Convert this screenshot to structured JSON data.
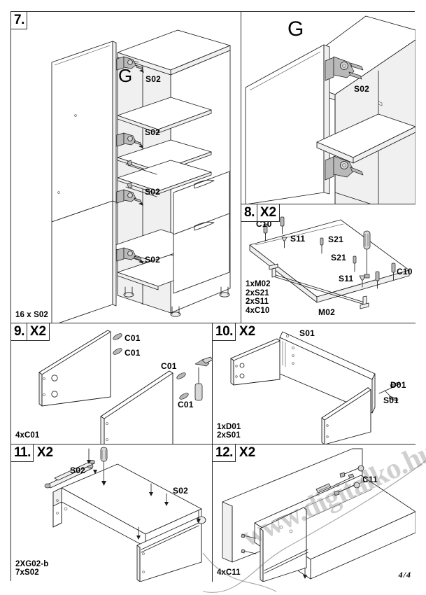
{
  "document": {
    "type": "furniture-assembly-instructions",
    "page_number": "4/4",
    "watermark": "www.digitalko.hu"
  },
  "steps": [
    {
      "id": "step-7",
      "number": "7.",
      "multiplier": "",
      "parts_list": "16 x S02",
      "callouts": [
        {
          "label": "G",
          "kind": "letter"
        },
        {
          "label": "S02",
          "kind": "part"
        },
        {
          "label": "S02",
          "kind": "part"
        },
        {
          "label": "S02",
          "kind": "part"
        },
        {
          "label": "S02",
          "kind": "part"
        }
      ]
    },
    {
      "id": "step-7b",
      "number": "",
      "multiplier": "",
      "parts_list": "",
      "callouts": [
        {
          "label": "G",
          "kind": "letter"
        },
        {
          "label": "S02",
          "kind": "part"
        }
      ]
    },
    {
      "id": "step-8",
      "number": "8.",
      "multiplier": "X2",
      "parts_list": "1xM02\n2xS21\n2xS11\n4xC10",
      "callouts": [
        {
          "label": "C10",
          "kind": "part"
        },
        {
          "label": "S11",
          "kind": "part"
        },
        {
          "label": "S21",
          "kind": "part"
        },
        {
          "label": "S21",
          "kind": "part"
        },
        {
          "label": "S11",
          "kind": "part"
        },
        {
          "label": "C10",
          "kind": "part"
        },
        {
          "label": "M02",
          "kind": "part"
        }
      ]
    },
    {
      "id": "step-9",
      "number": "9.",
      "multiplier": "X2",
      "parts_list": "4xC01",
      "callouts": [
        {
          "label": "C01",
          "kind": "part"
        },
        {
          "label": "C01",
          "kind": "part"
        },
        {
          "label": "C01",
          "kind": "part"
        },
        {
          "label": "C01",
          "kind": "part"
        }
      ]
    },
    {
      "id": "step-10",
      "number": "10.",
      "multiplier": "X2",
      "parts_list": "1xD01\n2xS01",
      "callouts": [
        {
          "label": "S01",
          "kind": "part"
        },
        {
          "label": "D01",
          "kind": "part"
        },
        {
          "label": "S01",
          "kind": "part"
        }
      ]
    },
    {
      "id": "step-11",
      "number": "11.",
      "multiplier": "X2",
      "parts_list": "2XG02-b\n7xS02",
      "callouts": [
        {
          "label": "S02",
          "kind": "part"
        },
        {
          "label": "S02",
          "kind": "part"
        }
      ]
    },
    {
      "id": "step-12",
      "number": "12.",
      "multiplier": "X2",
      "parts_list": "4xC11",
      "callouts": [
        {
          "label": "C11",
          "kind": "part"
        }
      ]
    }
  ],
  "colors": {
    "line": "#1d1d1d",
    "frame": "#2b2b2b",
    "panel_fill": "#ffffff",
    "shade": "#e9e9e9",
    "metal": "#b9b9b9",
    "watermark": "rgba(100,100,100,0.30)"
  }
}
